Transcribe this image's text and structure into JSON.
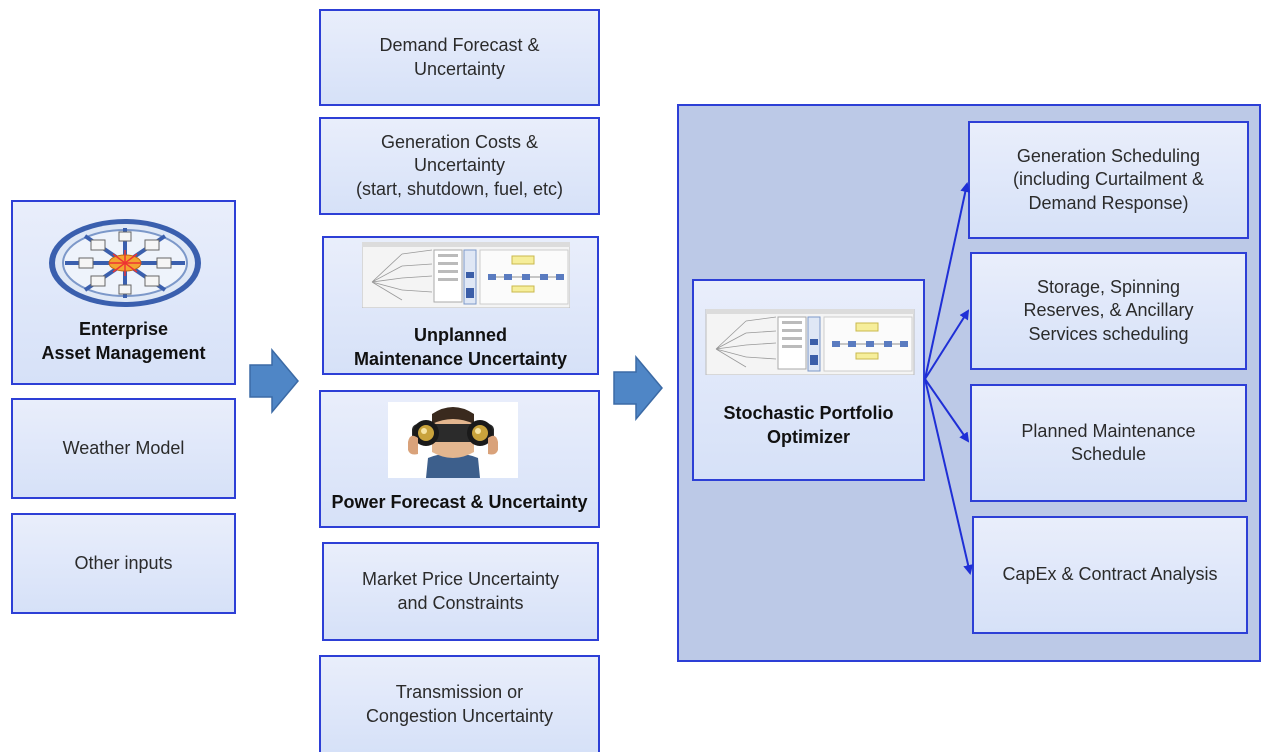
{
  "inputs": {
    "eam": {
      "label": "Enterprise\nAsset Management"
    },
    "weather": {
      "label": "Weather Model"
    },
    "other": {
      "label": "Other inputs"
    }
  },
  "middle": {
    "demand": {
      "label": "Demand Forecast &\nUncertainty"
    },
    "generation": {
      "label": "Generation Costs &\nUncertainty\n(start, shutdown, fuel, etc)"
    },
    "unplanned": {
      "label": "Unplanned\nMaintenance Uncertainty"
    },
    "power": {
      "label": "Power Forecast & Uncertainty"
    },
    "market": {
      "label": "Market Price Uncertainty\nand Constraints"
    },
    "transmission": {
      "label": "Transmission or\nCongestion Uncertainty"
    }
  },
  "optimizer": {
    "label": "Stochastic Portfolio\nOptimizer"
  },
  "outputs": {
    "scheduling": {
      "label": "Generation Scheduling\n(including Curtailment &\nDemand Response)"
    },
    "storage": {
      "label": "Storage, Spinning\nReserves, & Ancillary\nServices scheduling"
    },
    "maintenance": {
      "label": "Planned Maintenance\nSchedule"
    },
    "capex": {
      "label": "CapEx & Contract Analysis"
    }
  },
  "colors": {
    "border": "#2d3fd6",
    "box_fill": "#dde6f8",
    "panel_fill": "#bcc9e7",
    "arrow": "#4f86c6"
  }
}
